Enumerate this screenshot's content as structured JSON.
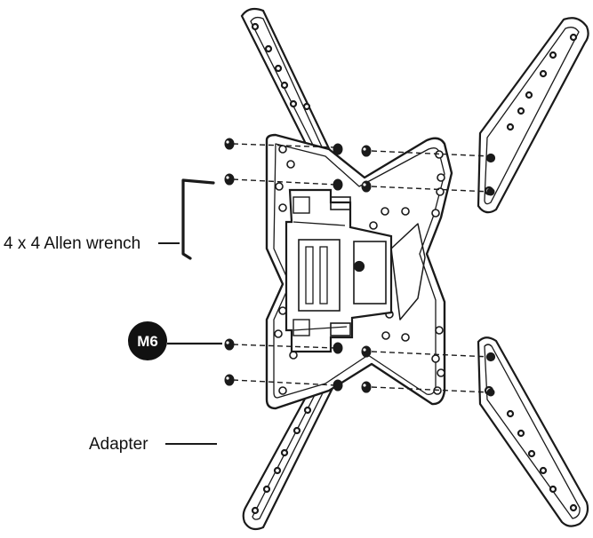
{
  "labels": {
    "allen_wrench": "4 x 4 Allen wrench",
    "adapter": "Adapter",
    "screw_badge": "M6"
  },
  "colors": {
    "line": "#1a1a1a",
    "badge_fill": "#111111",
    "badge_text": "#ffffff",
    "background": "#ffffff"
  }
}
